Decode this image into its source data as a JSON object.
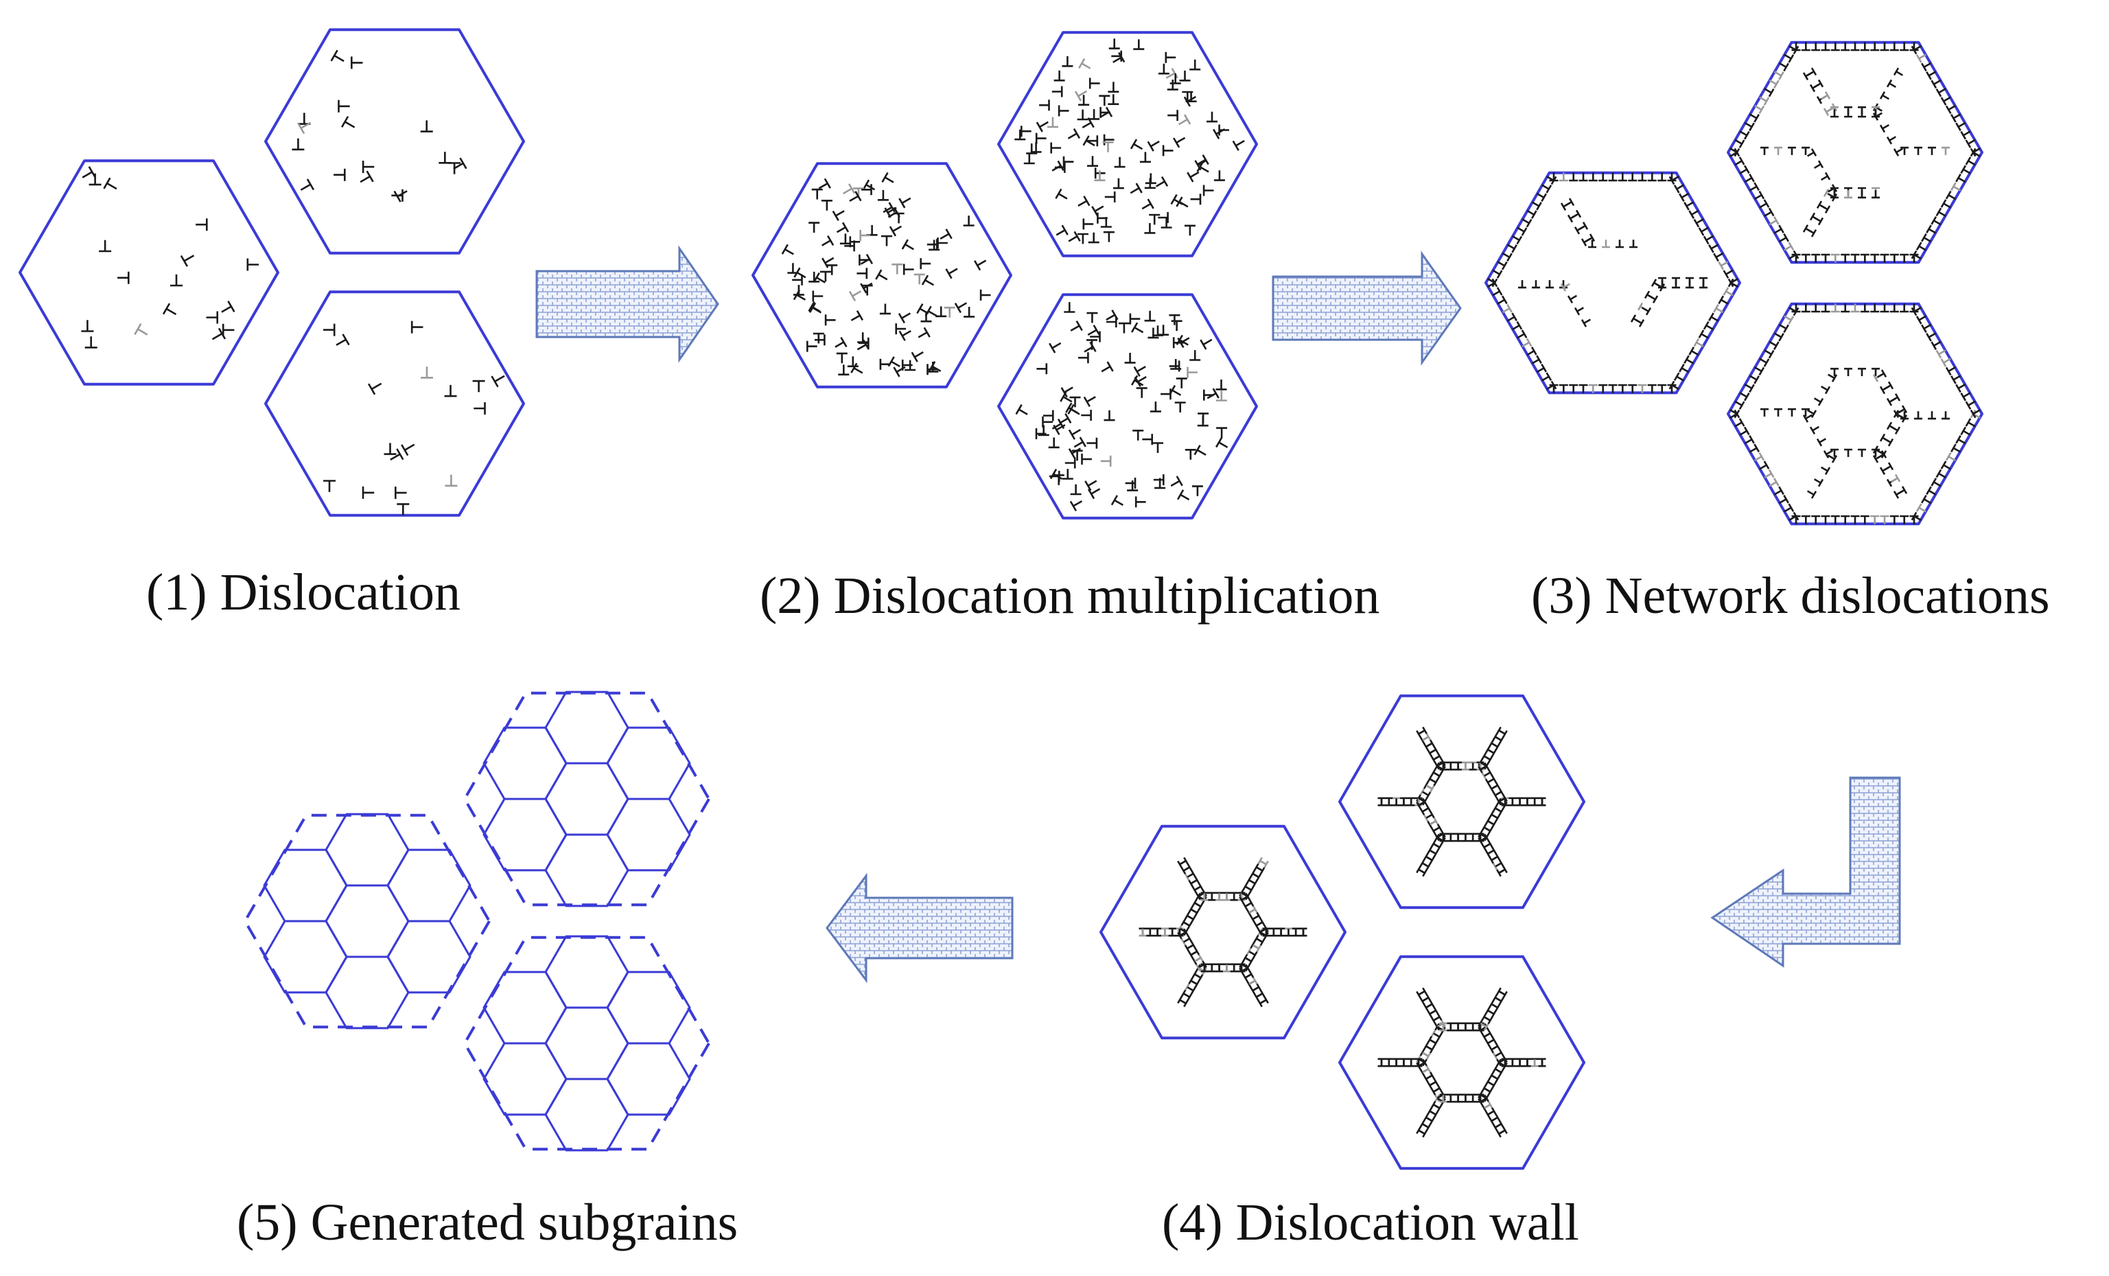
{
  "figure": {
    "colors": {
      "grain_boundary": "#3b3bd6",
      "dislocation": "#1a1a1a",
      "dislocation_light": "#9a9a9a",
      "arrow_fill_pattern": "#b8c6ea",
      "arrow_stroke": "#5e79b8",
      "caption_text": "#111111"
    },
    "dislocation_symbol": "⊥",
    "stages": [
      {
        "id": "stage-1",
        "caption": "(1) Dislocation",
        "dislocation_pattern": "sparse-random"
      },
      {
        "id": "stage-2",
        "caption": "(2) Dislocation multiplication",
        "dislocation_pattern": "dense-random"
      },
      {
        "id": "stage-3",
        "caption": "(3) Network dislocations",
        "dislocation_pattern": "network-cells"
      },
      {
        "id": "stage-4",
        "caption": "(4) Dislocation wall",
        "dislocation_pattern": "cell-walls"
      },
      {
        "id": "stage-5",
        "caption": "(5) Generated subgrains",
        "dislocation_pattern": "none"
      }
    ],
    "arrows": [
      {
        "from": "stage-1",
        "to": "stage-2",
        "direction": "right"
      },
      {
        "from": "stage-2",
        "to": "stage-3",
        "direction": "right"
      },
      {
        "from": "stage-3",
        "to": "stage-4",
        "direction": "down-left"
      },
      {
        "from": "stage-4",
        "to": "stage-5",
        "direction": "left"
      }
    ]
  }
}
